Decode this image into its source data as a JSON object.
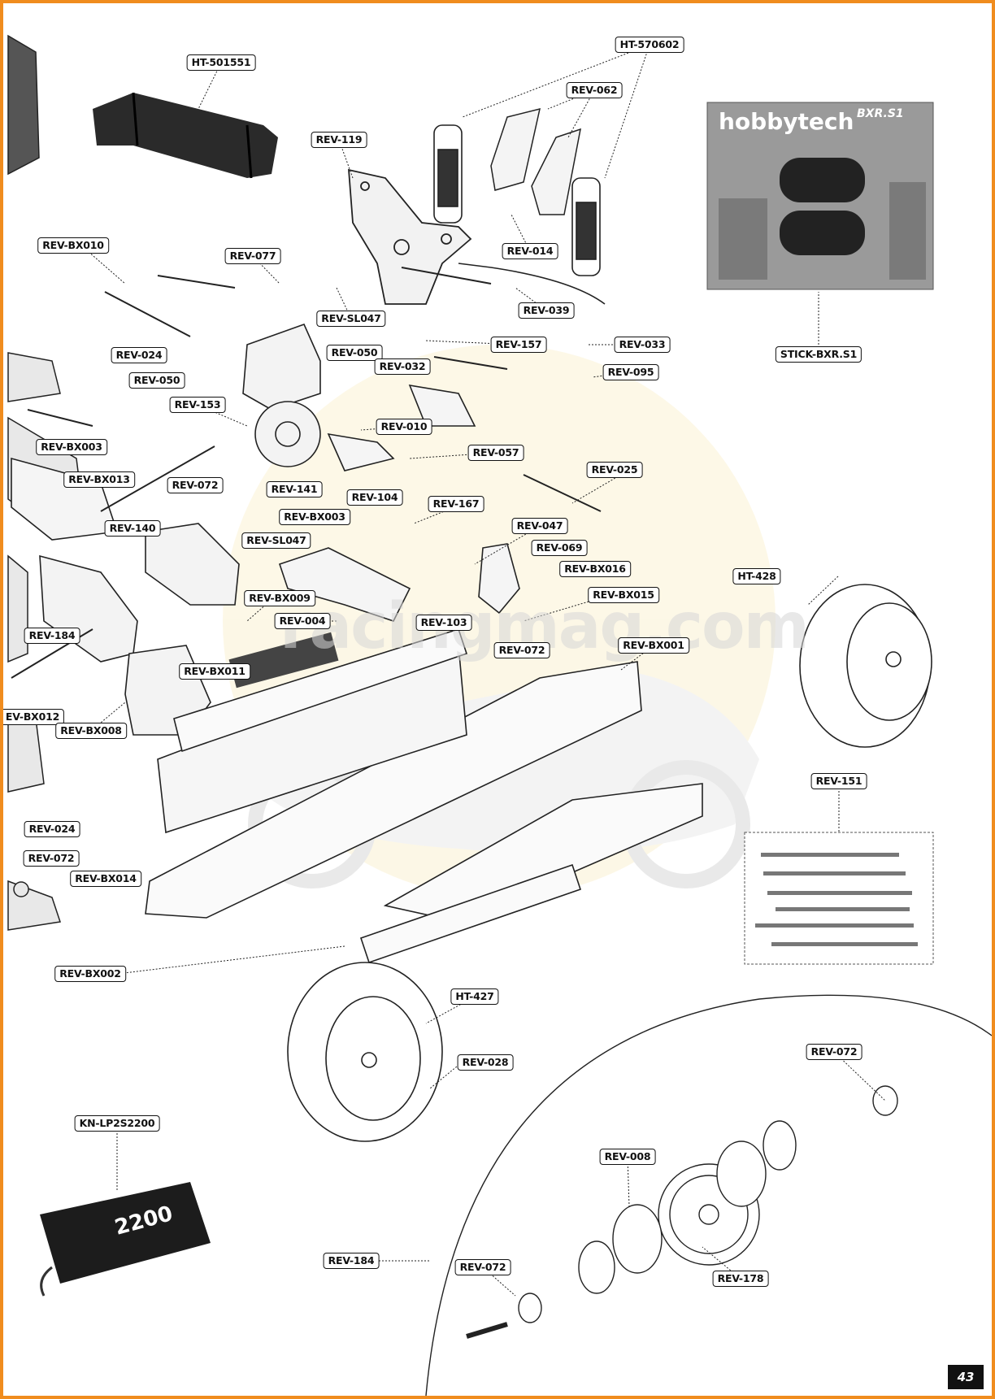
{
  "page_number": "43",
  "watermark": "racingmag.com",
  "decal_sheet": {
    "brand": "hobbytech",
    "model": "BXR.S1"
  },
  "battery_label": "2200",
  "part_labels": [
    {
      "id": "ht501551",
      "text": "HT-501551"
    },
    {
      "id": "ht570602",
      "text": "HT-570602"
    },
    {
      "id": "rev062",
      "text": "REV-062"
    },
    {
      "id": "rev119",
      "text": "REV-119"
    },
    {
      "id": "revbx010",
      "text": "REV-BX010"
    },
    {
      "id": "rev077",
      "text": "REV-077"
    },
    {
      "id": "rev014",
      "text": "REV-014"
    },
    {
      "id": "revsl047a",
      "text": "REV-SL047"
    },
    {
      "id": "rev039",
      "text": "REV-039"
    },
    {
      "id": "rev024a",
      "text": "REV-024"
    },
    {
      "id": "rev050a",
      "text": "REV-050"
    },
    {
      "id": "rev050b",
      "text": "REV-050"
    },
    {
      "id": "rev032",
      "text": "REV-032"
    },
    {
      "id": "rev157",
      "text": "REV-157"
    },
    {
      "id": "rev033",
      "text": "REV-033"
    },
    {
      "id": "rev095",
      "text": "REV-095"
    },
    {
      "id": "stickbxr",
      "text": "STICK-BXR.S1"
    },
    {
      "id": "rev153",
      "text": "REV-153"
    },
    {
      "id": "rev010",
      "text": "REV-010"
    },
    {
      "id": "revbx003a",
      "text": "REV-BX003"
    },
    {
      "id": "rev057",
      "text": "REV-057"
    },
    {
      "id": "revbx013",
      "text": "REV-BX013"
    },
    {
      "id": "rev072a",
      "text": "REV-072"
    },
    {
      "id": "rev141",
      "text": "REV-141"
    },
    {
      "id": "rev025",
      "text": "REV-025"
    },
    {
      "id": "rev104",
      "text": "REV-104"
    },
    {
      "id": "rev167",
      "text": "REV-167"
    },
    {
      "id": "revbx003b",
      "text": "REV-BX003"
    },
    {
      "id": "rev140",
      "text": "REV-140"
    },
    {
      "id": "rev047",
      "text": "REV-047"
    },
    {
      "id": "revsl047b",
      "text": "REV-SL047"
    },
    {
      "id": "rev069",
      "text": "REV-069"
    },
    {
      "id": "revbx016",
      "text": "REV-BX016"
    },
    {
      "id": "ht428",
      "text": "HT-428"
    },
    {
      "id": "revbx009",
      "text": "REV-BX009"
    },
    {
      "id": "revbx015",
      "text": "REV-BX015"
    },
    {
      "id": "rev004",
      "text": "REV-004"
    },
    {
      "id": "rev103",
      "text": "REV-103"
    },
    {
      "id": "rev184a",
      "text": "REV-184"
    },
    {
      "id": "rev072b",
      "text": "REV-072"
    },
    {
      "id": "revbx001",
      "text": "REV-BX001"
    },
    {
      "id": "revbx011",
      "text": "REV-BX011"
    },
    {
      "id": "revbx012",
      "text": "EV-BX012"
    },
    {
      "id": "revbx008",
      "text": "REV-BX008"
    },
    {
      "id": "rev151",
      "text": "REV-151"
    },
    {
      "id": "rev024b",
      "text": "REV-024"
    },
    {
      "id": "rev072c",
      "text": "REV-072"
    },
    {
      "id": "revbx014",
      "text": "REV-BX014"
    },
    {
      "id": "revbx002",
      "text": "REV-BX002"
    },
    {
      "id": "ht427",
      "text": "HT-427"
    },
    {
      "id": "rev028",
      "text": "REV-028"
    },
    {
      "id": "rev072d",
      "text": "REV-072"
    },
    {
      "id": "knlp2s2200",
      "text": "KN-LP2S2200"
    },
    {
      "id": "rev008",
      "text": "REV-008"
    },
    {
      "id": "rev184b",
      "text": "REV-184"
    },
    {
      "id": "rev072e",
      "text": "REV-072"
    },
    {
      "id": "rev178",
      "text": "REV-178"
    }
  ]
}
